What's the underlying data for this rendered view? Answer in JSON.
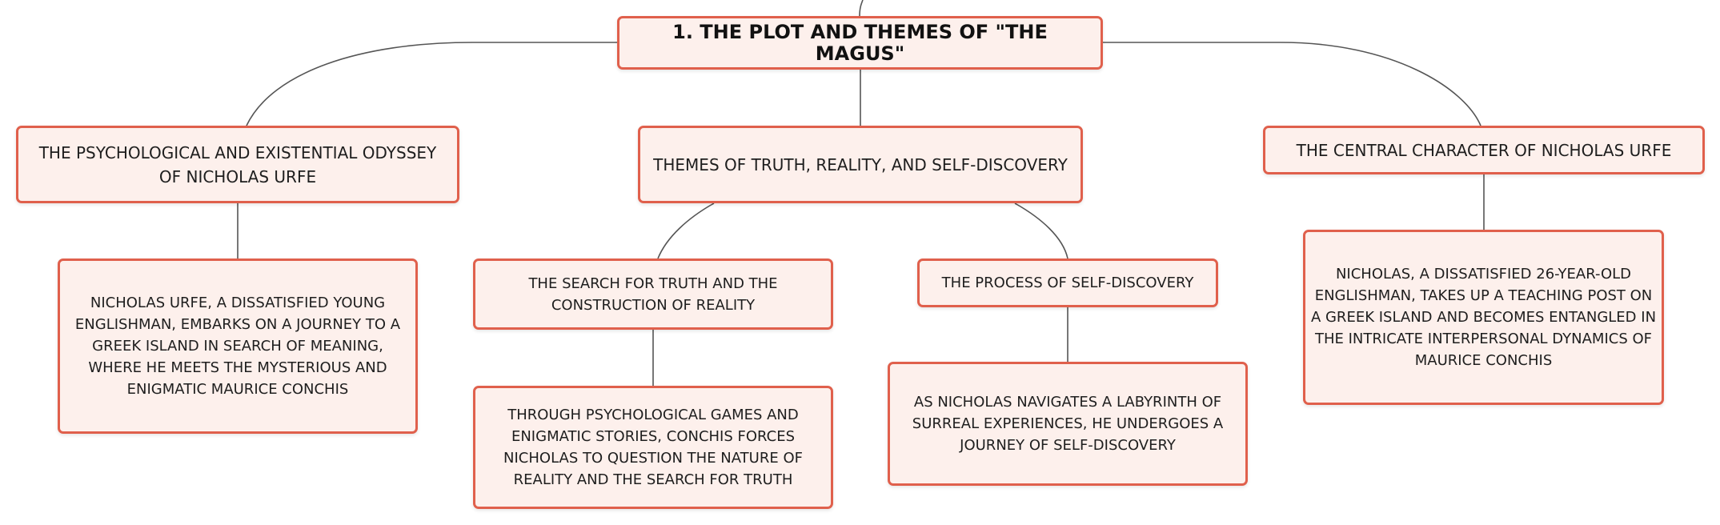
{
  "colors": {
    "node_fill": "#fdf0ec",
    "node_border": "#e0604c",
    "connector": "#555555",
    "text": "#1e1e1e"
  },
  "root": {
    "label": "1. THE PLOT AND THEMES OF \"THE MAGUS\""
  },
  "branches": {
    "odyssey": {
      "label": "THE PSYCHOLOGICAL AND EXISTENTIAL ODYSSEY OF NICHOLAS URFE",
      "detail": "NICHOLAS URFE, A DISSATISFIED YOUNG ENGLISHMAN, EMBARKS ON A JOURNEY TO A GREEK ISLAND IN SEARCH OF MEANING, WHERE HE MEETS THE MYSTERIOUS AND ENIGMATIC MAURICE CONCHIS"
    },
    "themes": {
      "label": "THEMES OF TRUTH, REALITY, AND SELF-DISCOVERY",
      "search": {
        "label": "THE SEARCH FOR TRUTH AND THE CONSTRUCTION OF REALITY",
        "detail": "THROUGH PSYCHOLOGICAL GAMES AND ENIGMATIC STORIES, CONCHIS FORCES NICHOLAS TO QUESTION THE NATURE OF REALITY AND THE SEARCH FOR TRUTH"
      },
      "self_discovery": {
        "label": "THE PROCESS OF SELF-DISCOVERY",
        "detail": "AS NICHOLAS NAVIGATES A LABYRINTH OF SURREAL EXPERIENCES, HE UNDERGOES A JOURNEY OF SELF-DISCOVERY"
      }
    },
    "character": {
      "label": "THE CENTRAL CHARACTER OF NICHOLAS URFE",
      "detail": "NICHOLAS, A DISSATISFIED 26-YEAR-OLD ENGLISHMAN, TAKES UP A TEACHING POST ON A GREEK ISLAND AND BECOMES ENTANGLED IN THE INTRICATE INTERPERSONAL DYNAMICS OF MAURICE CONCHIS"
    }
  }
}
